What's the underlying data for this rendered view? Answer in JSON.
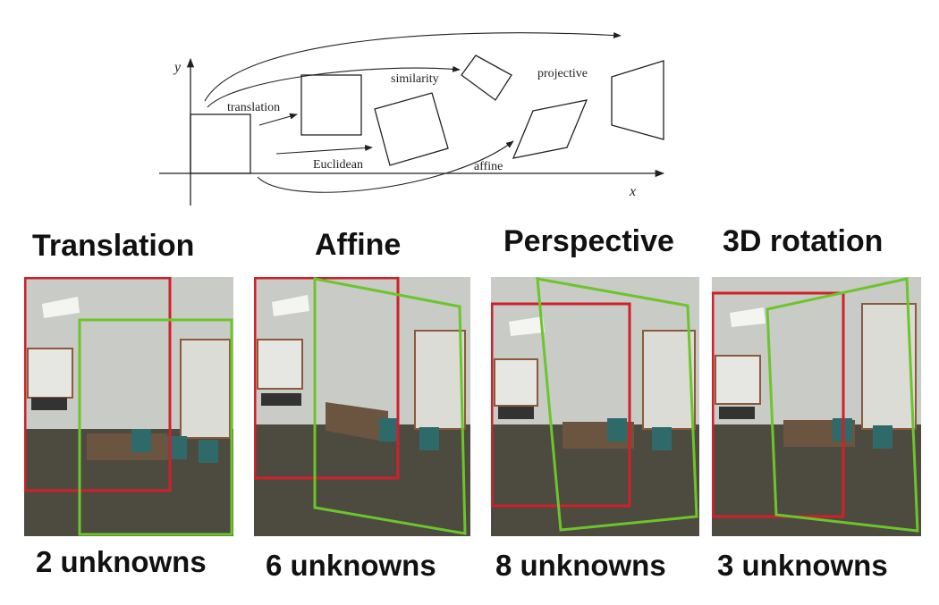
{
  "diagram": {
    "axis_x": "x",
    "axis_y": "y",
    "labels": {
      "translation": "translation",
      "similarity": "similarity",
      "projective": "projective",
      "euclidean": "Euclidean",
      "affine": "affine"
    }
  },
  "panels": [
    {
      "title": "Translation",
      "caption": "2 unknowns"
    },
    {
      "title": "Affine",
      "caption": "6 unknowns"
    },
    {
      "title": "Perspective",
      "caption": "8 unknowns"
    },
    {
      "title": "3D rotation",
      "caption": "3 unknowns"
    }
  ],
  "colors": {
    "reference_frame": "#d0202a",
    "warped_frame": "#6cc52b",
    "photo_background": "#7b7b7b"
  }
}
